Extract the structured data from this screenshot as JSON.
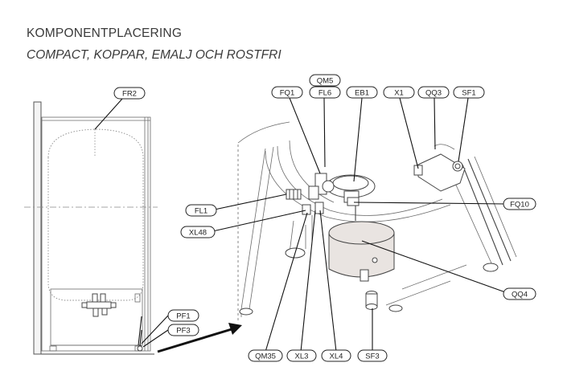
{
  "header": {
    "title": "KOMPONENTPLACERING",
    "subtitle": "COMPACT, KOPPAR, EMALJ OCH ROSTFRI"
  },
  "labels": {
    "FR2": "FR2",
    "QM5": "QM5",
    "FQ1": "FQ1",
    "FL6": "FL6",
    "EB1": "EB1",
    "X1": "X1",
    "QQ3": "QQ3",
    "SF1": "SF1",
    "FL1": "FL1",
    "FQ10": "FQ10",
    "XL48": "XL48",
    "QQ4": "QQ4",
    "PF1": "PF1",
    "PF3": "PF3",
    "QM35": "QM35",
    "XL3": "XL3",
    "XL4": "XL4",
    "SF3": "SF3"
  },
  "colors": {
    "line": "#222222",
    "heater_fill": "#e9e4e1"
  }
}
